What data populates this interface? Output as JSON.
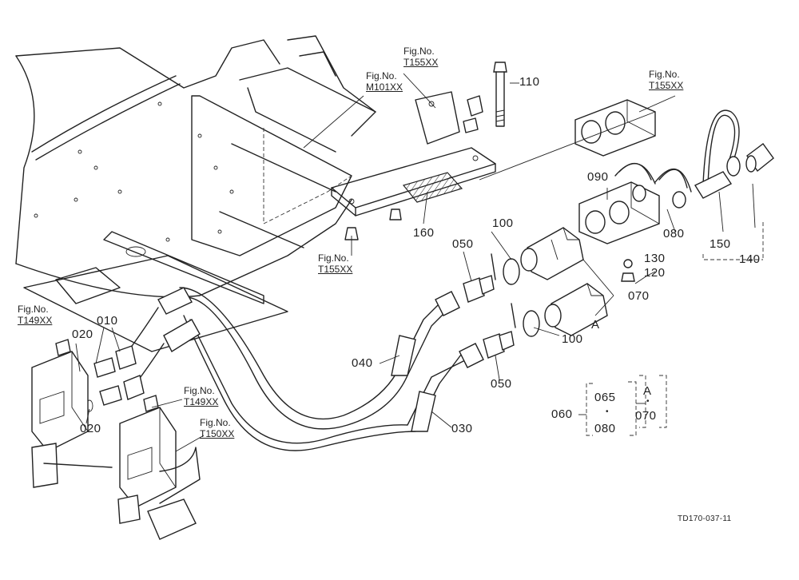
{
  "figure_refs": {
    "m101": {
      "prefix": "Fig.No.",
      "code": "M101XX"
    },
    "t155_top": {
      "prefix": "Fig.No.",
      "code": "T155XX"
    },
    "t155_right": {
      "prefix": "Fig.No.",
      "code": "T155XX"
    },
    "t155_left": {
      "prefix": "Fig.No.",
      "code": "T155XX"
    },
    "t149_left": {
      "prefix": "Fig.No.",
      "code": "T149XX"
    },
    "t149_center": {
      "prefix": "Fig.No.",
      "code": "T149XX"
    },
    "t150": {
      "prefix": "Fig.No.",
      "code": "T150XX"
    }
  },
  "part_numbers": {
    "p110": "110",
    "p160": "160",
    "p090": "090",
    "p080": "080",
    "p150": "150",
    "p140": "140",
    "p130": "130",
    "p120": "120",
    "p070": "070",
    "p100_top": "100",
    "p100_bottom": "100",
    "p050_top": "050",
    "p050_bottom": "050",
    "p040": "040",
    "p030": "030",
    "p010": "010",
    "p020_top": "020",
    "p020_bottom": "020",
    "ref_a_top": "A"
  },
  "legend": {
    "p060": "060",
    "p065": "065",
    "p080": "080",
    "ref_a": "A",
    "p070": "070",
    "dot": "•"
  },
  "doc_id": "TD170-037-11"
}
